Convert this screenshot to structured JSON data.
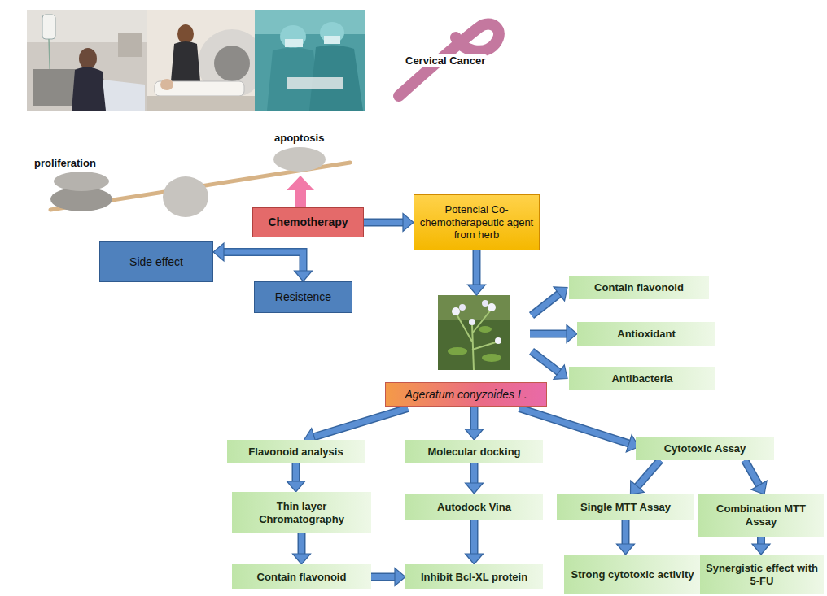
{
  "diagram": {
    "nodes": [
      {
        "text": [
          "Chemotherapy"
        ]
      },
      {
        "text": [
          "Potencial Co-chemotherapeutic agent from herb"
        ]
      },
      {
        "text": [
          "Side effect"
        ]
      },
      {
        "text": [
          "Resistence"
        ]
      },
      {
        "text": [
          "Ageratum conyzoides L."
        ]
      },
      {
        "text": [
          "Contain flavonoid"
        ]
      },
      {
        "text": [
          "Antioxidant"
        ]
      },
      {
        "text": [
          "Antibacteria"
        ]
      },
      {
        "text": [
          "Flavonoid analysis"
        ]
      },
      {
        "text": [
          "Molecular docking"
        ]
      },
      {
        "text": [
          "Cytotoxic Assay"
        ]
      },
      {
        "text": [
          "Thin layer Chromatography"
        ]
      },
      {
        "text": [
          "Autodock Vina"
        ]
      },
      {
        "text": [
          "Single MTT Assay"
        ]
      },
      {
        "text": [
          "Combination MTT Assay"
        ]
      },
      {
        "text": [
          "Contain flavonoid"
        ]
      },
      {
        "text": [
          "Inhibit Bcl-XL protein"
        ]
      },
      {
        "text": [
          "Strong cytotoxic activity"
        ]
      },
      {
        "text": [
          "Synergistic effect with 5-FU"
        ]
      }
    ],
    "edges": [
      {
        "from": 0,
        "to": 1,
        "arrow": "to"
      },
      {
        "from": 2,
        "to": 3,
        "arrow": "both"
      },
      {
        "from": 1,
        "to": 4,
        "arrow": "to"
      },
      {
        "from": 4,
        "to": 5,
        "arrow": "to"
      },
      {
        "from": 4,
        "to": 6,
        "arrow": "to"
      },
      {
        "from": 4,
        "to": 7,
        "arrow": "to"
      },
      {
        "from": 4,
        "to": 8,
        "arrow": "to"
      },
      {
        "from": 4,
        "to": 9,
        "arrow": "to"
      },
      {
        "from": 4,
        "to": 10,
        "arrow": "to"
      },
      {
        "from": 8,
        "to": 11,
        "arrow": "to"
      },
      {
        "from": 11,
        "to": 15,
        "arrow": "to"
      },
      {
        "from": 15,
        "to": 16,
        "arrow": "to"
      },
      {
        "from": 9,
        "to": 12,
        "arrow": "to"
      },
      {
        "from": 12,
        "to": 16,
        "arrow": "to"
      },
      {
        "from": 10,
        "to": 13,
        "arrow": "to"
      },
      {
        "from": 10,
        "to": 14,
        "arrow": "to"
      },
      {
        "from": 13,
        "to": 17,
        "arrow": "to"
      },
      {
        "from": 14,
        "to": 18,
        "arrow": "to"
      }
    ],
    "labels": [
      "Cervical Cancer",
      "apoptosis",
      "proliferation"
    ]
  }
}
